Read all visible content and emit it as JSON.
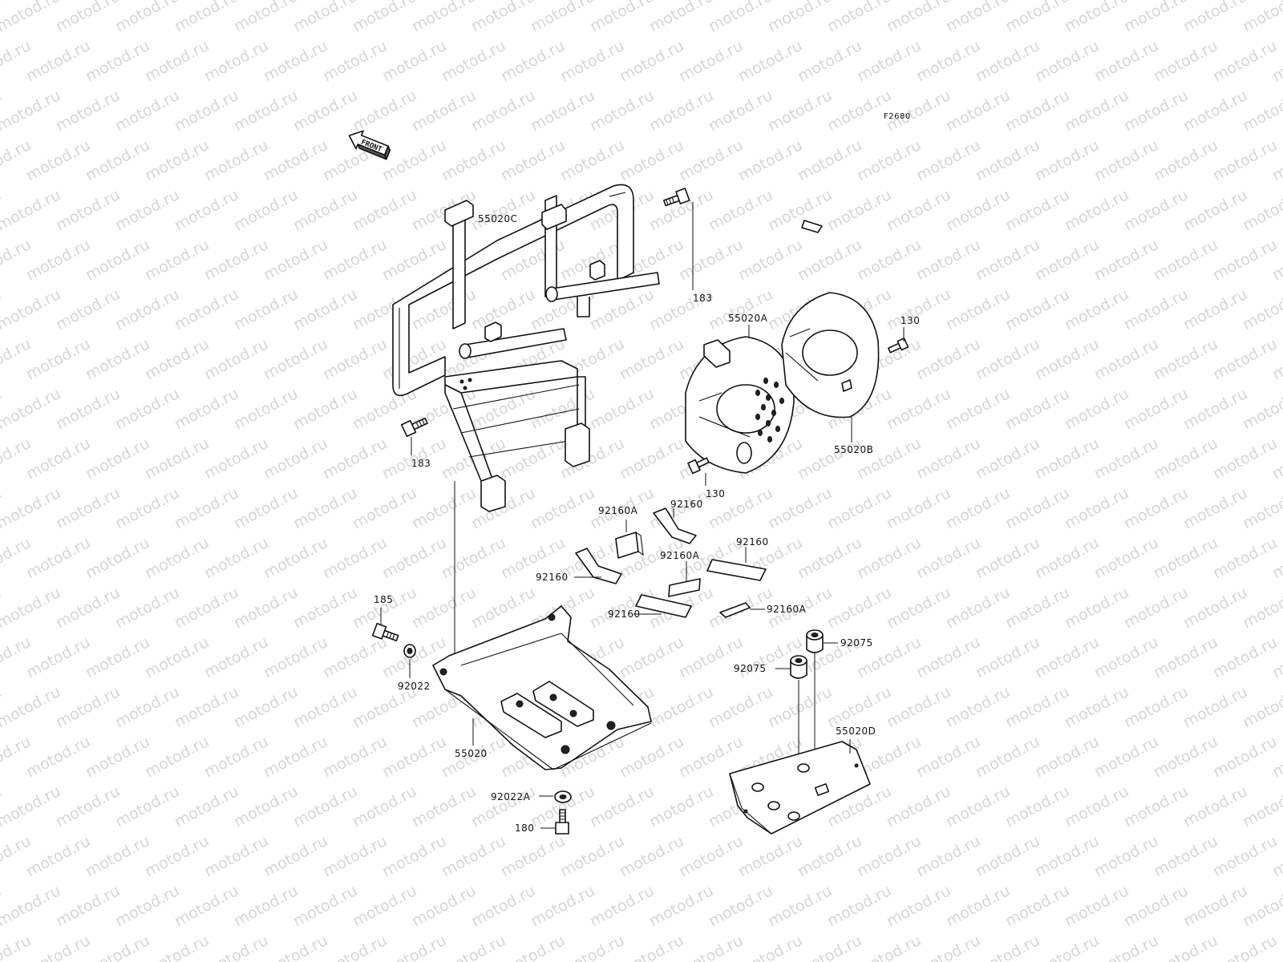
{
  "watermark": "motod.ru",
  "figure_code": "F2680",
  "front_label": "FRONT",
  "parts": [
    {
      "id": "55020C"
    },
    {
      "id": "183"
    },
    {
      "id": "183"
    },
    {
      "id": "55020A"
    },
    {
      "id": "130"
    },
    {
      "id": "130"
    },
    {
      "id": "55020B"
    },
    {
      "id": "92160A"
    },
    {
      "id": "92160"
    },
    {
      "id": "92160"
    },
    {
      "id": "92160A"
    },
    {
      "id": "92160"
    },
    {
      "id": "92160"
    },
    {
      "id": "92160A"
    },
    {
      "id": "185"
    },
    {
      "id": "92022"
    },
    {
      "id": "55020"
    },
    {
      "id": "92022A"
    },
    {
      "id": "180"
    },
    {
      "id": "92075"
    },
    {
      "id": "92075"
    },
    {
      "id": "55020D"
    }
  ]
}
